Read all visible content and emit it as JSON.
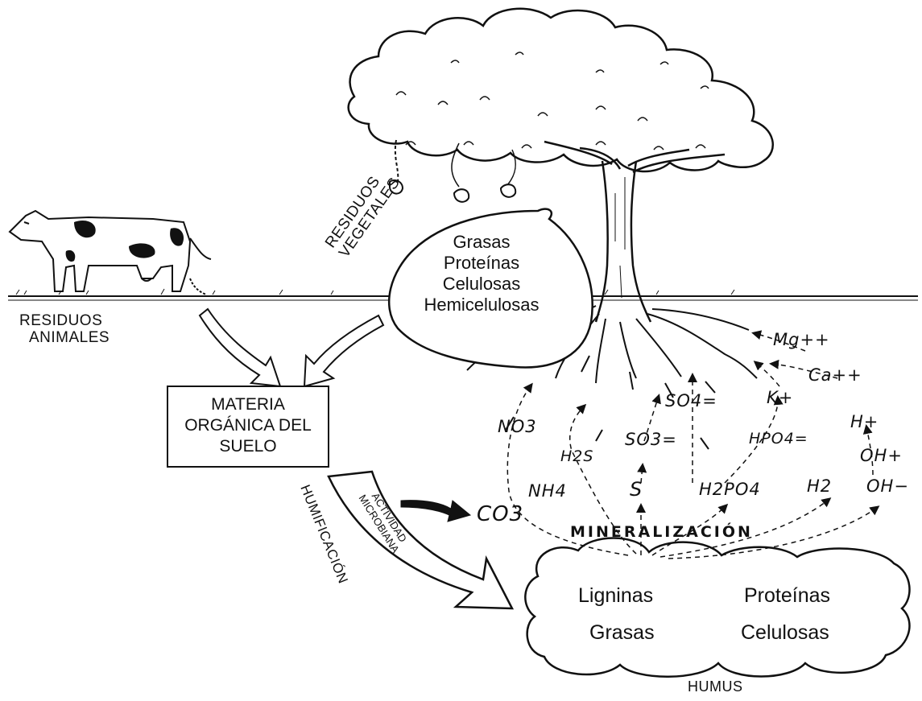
{
  "labels": {
    "residuos_animales": [
      "RESIDUOS",
      "ANIMALES"
    ],
    "residuos_vegetales": [
      "RESIDUOS",
      "VEGETALES"
    ],
    "leaf_items": [
      "Grasas",
      "Proteínas",
      "Celulosas",
      "Hemicelulosas"
    ],
    "materia_organica": [
      "MATERIA",
      "ORGÁNICA DEL",
      "SUELO"
    ],
    "actividad_microbiana": [
      "ACTIVIDAD",
      "MICROBIANA"
    ],
    "humificacion": "HUMIFICACIÓN",
    "co3": "CO3",
    "mineralizacion": "MINERALIZACIÓN",
    "humus_items": [
      "Ligninas",
      "Proteínas",
      "Grasas",
      "Celulosas"
    ],
    "humus_title": "HUMUS"
  },
  "ions": {
    "no3": "NO3",
    "h2s": "H2S",
    "so4": "SO4=",
    "so3": "SO3=",
    "k": "K+",
    "hpo4": "HPO4=",
    "mg": "Mg++",
    "ca": "Ca++",
    "h": "H+",
    "oh_plus": "OH+",
    "nh4": "NH4",
    "s": "S",
    "h2po4": "H2PO4",
    "h2": "H2",
    "oh_minus": "OH−"
  },
  "colors": {
    "ink": "#111111",
    "background": "#ffffff"
  }
}
